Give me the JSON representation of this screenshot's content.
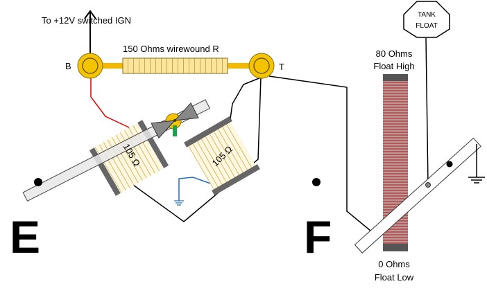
{
  "supply_label": "To +12V switched IGN",
  "terminal_b": "B",
  "terminal_t": "T",
  "resistor_label": "150 Ohms wirewound R",
  "coil_left_label": "105 Ω",
  "coil_right_label": "105 Ω",
  "gauge_empty": "E",
  "gauge_full": "F",
  "sender_high_value": "80 Ohms",
  "sender_high_label": "Float High",
  "sender_low_value": "0 Ohms",
  "sender_low_label": "Float Low",
  "float_line1": "TANK",
  "float_line2": "FLOAT",
  "colors": {
    "terminal": "#F5C400",
    "resistor": "#FCE49A",
    "red_wire": "#E00000",
    "blue_wire": "#1F6FBF",
    "sender": "#B05A5A",
    "pointer_tab": "#1AA34A"
  }
}
